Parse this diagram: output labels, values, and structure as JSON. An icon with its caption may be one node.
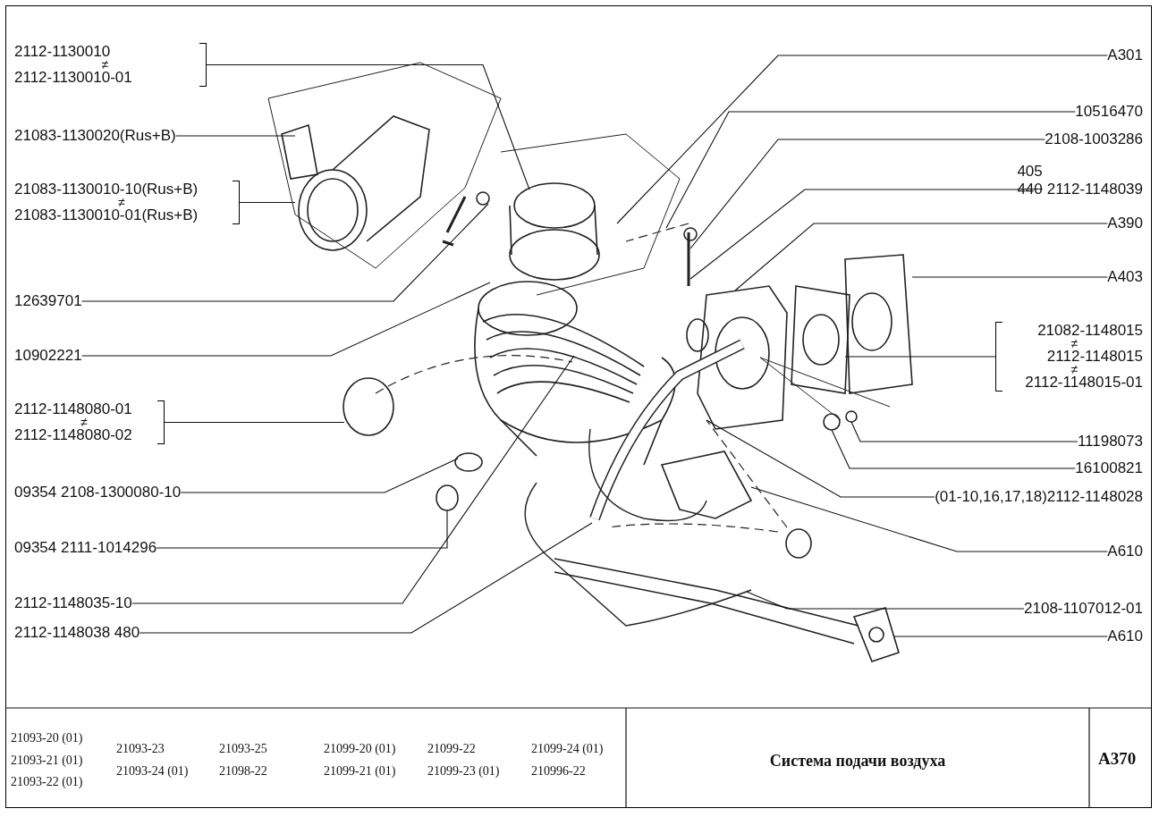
{
  "diagram": {
    "nodes": [
      {
        "text": [
          "2112-1130010",
          "≠",
          "2112-1130010-01"
        ]
      },
      {
        "text": [
          "21083-1130020(Rus+B)"
        ]
      },
      {
        "text": [
          "21083-1130010-10(Rus+B)",
          "≠",
          "21083-1130010-01(Rus+B)"
        ]
      },
      {
        "text": [
          "12639701"
        ]
      },
      {
        "text": [
          "10902221"
        ]
      },
      {
        "text": [
          "2112-1148080-01",
          "≠",
          "2112-1148080-02"
        ]
      },
      {
        "text": [
          "09354 2108-1300080-10"
        ]
      },
      {
        "text": [
          "09354 2111-1014296"
        ]
      },
      {
        "text": [
          "2112-1148035-10"
        ]
      },
      {
        "text": [
          "2112-1148038 480"
        ]
      },
      {
        "text": [
          "A301"
        ]
      },
      {
        "text": [
          "10516470"
        ]
      },
      {
        "text": [
          "2108-1003286"
        ]
      },
      {
        "text": [
          "405",
          "440",
          "2112-1148039"
        ]
      },
      {
        "text": [
          "A390"
        ]
      },
      {
        "text": [
          "A403"
        ]
      },
      {
        "text": [
          "21082-1148015",
          "≠",
          "2112-1148015",
          "≠",
          "2112-1148015-01"
        ]
      },
      {
        "text": [
          "11198073"
        ]
      },
      {
        "text": [
          "16100821"
        ]
      },
      {
        "text": [
          "(01-10,16,17,18)2112-1148028"
        ]
      },
      {
        "text": [
          "A610"
        ]
      },
      {
        "text": [
          "2108-1107012-01"
        ]
      },
      {
        "text": [
          "A610"
        ]
      }
    ],
    "edges": [
      {
        "from": 0,
        "to": null,
        "arrow": "none"
      },
      {
        "from": 1,
        "to": null,
        "arrow": "none"
      },
      {
        "from": 2,
        "to": null,
        "arrow": "none"
      },
      {
        "from": 3,
        "to": null,
        "arrow": "none"
      },
      {
        "from": 4,
        "to": null,
        "arrow": "none"
      },
      {
        "from": 5,
        "to": null,
        "arrow": "none"
      },
      {
        "from": 6,
        "to": null,
        "arrow": "none"
      },
      {
        "from": 7,
        "to": null,
        "arrow": "none"
      },
      {
        "from": 8,
        "to": null,
        "arrow": "none"
      },
      {
        "from": 9,
        "to": null,
        "arrow": "none"
      },
      {
        "from": 10,
        "to": null,
        "arrow": "none"
      },
      {
        "from": 11,
        "to": null,
        "arrow": "none"
      },
      {
        "from": 12,
        "to": null,
        "arrow": "none"
      },
      {
        "from": 13,
        "to": null,
        "arrow": "none"
      },
      {
        "from": 14,
        "to": null,
        "arrow": "none"
      },
      {
        "from": 15,
        "to": null,
        "arrow": "none"
      },
      {
        "from": 16,
        "to": null,
        "arrow": "none"
      },
      {
        "from": 17,
        "to": null,
        "arrow": "none"
      },
      {
        "from": 18,
        "to": null,
        "arrow": "none"
      },
      {
        "from": 19,
        "to": null,
        "arrow": "none"
      },
      {
        "from": 20,
        "to": null,
        "arrow": "none"
      },
      {
        "from": 21,
        "to": null,
        "arrow": "none"
      },
      {
        "from": 22,
        "to": null,
        "arrow": "none"
      }
    ],
    "labels": [
      "21093-20 (01)",
      "21093-23",
      "21093-25",
      "21099-20 (01)",
      "21099-22",
      "21099-24 (01)",
      "21093-21 (01)",
      "21093-24 (01)",
      "21098-22",
      "21099-21 (01)",
      "21099-23 (01)",
      "210996-22",
      "21093-22 (01)",
      "Система подачи воздуха",
      "A370"
    ]
  }
}
